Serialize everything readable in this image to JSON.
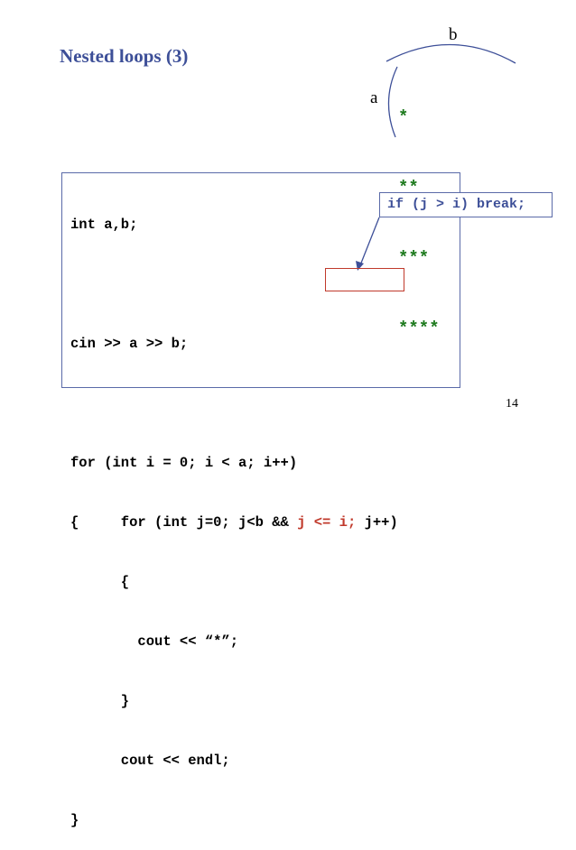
{
  "slide": {
    "title": "Nested loops (3)",
    "page_number": "14"
  },
  "diagram": {
    "label_b": "b",
    "label_a": "a",
    "star_rows": [
      "*",
      "**",
      "***",
      "****"
    ],
    "star_color": "#1e7a1e"
  },
  "code": {
    "lines": [
      "int a,b;",
      "",
      "cin >> a >> b;",
      "",
      "for (int i = 0; i < a; i++)",
      "{     for (int j=0; j<b && ",
      "      {",
      "        cout << “*”;",
      "      }",
      "      cout << endl;",
      "}"
    ],
    "highlight": "j <= i;",
    "line6_tail": " j++)"
  },
  "callout": {
    "text": "if (j > i) break;"
  },
  "colors": {
    "title": "#3d4f98",
    "highlight": "#c0392b",
    "box_border": "#5a6aa8"
  }
}
